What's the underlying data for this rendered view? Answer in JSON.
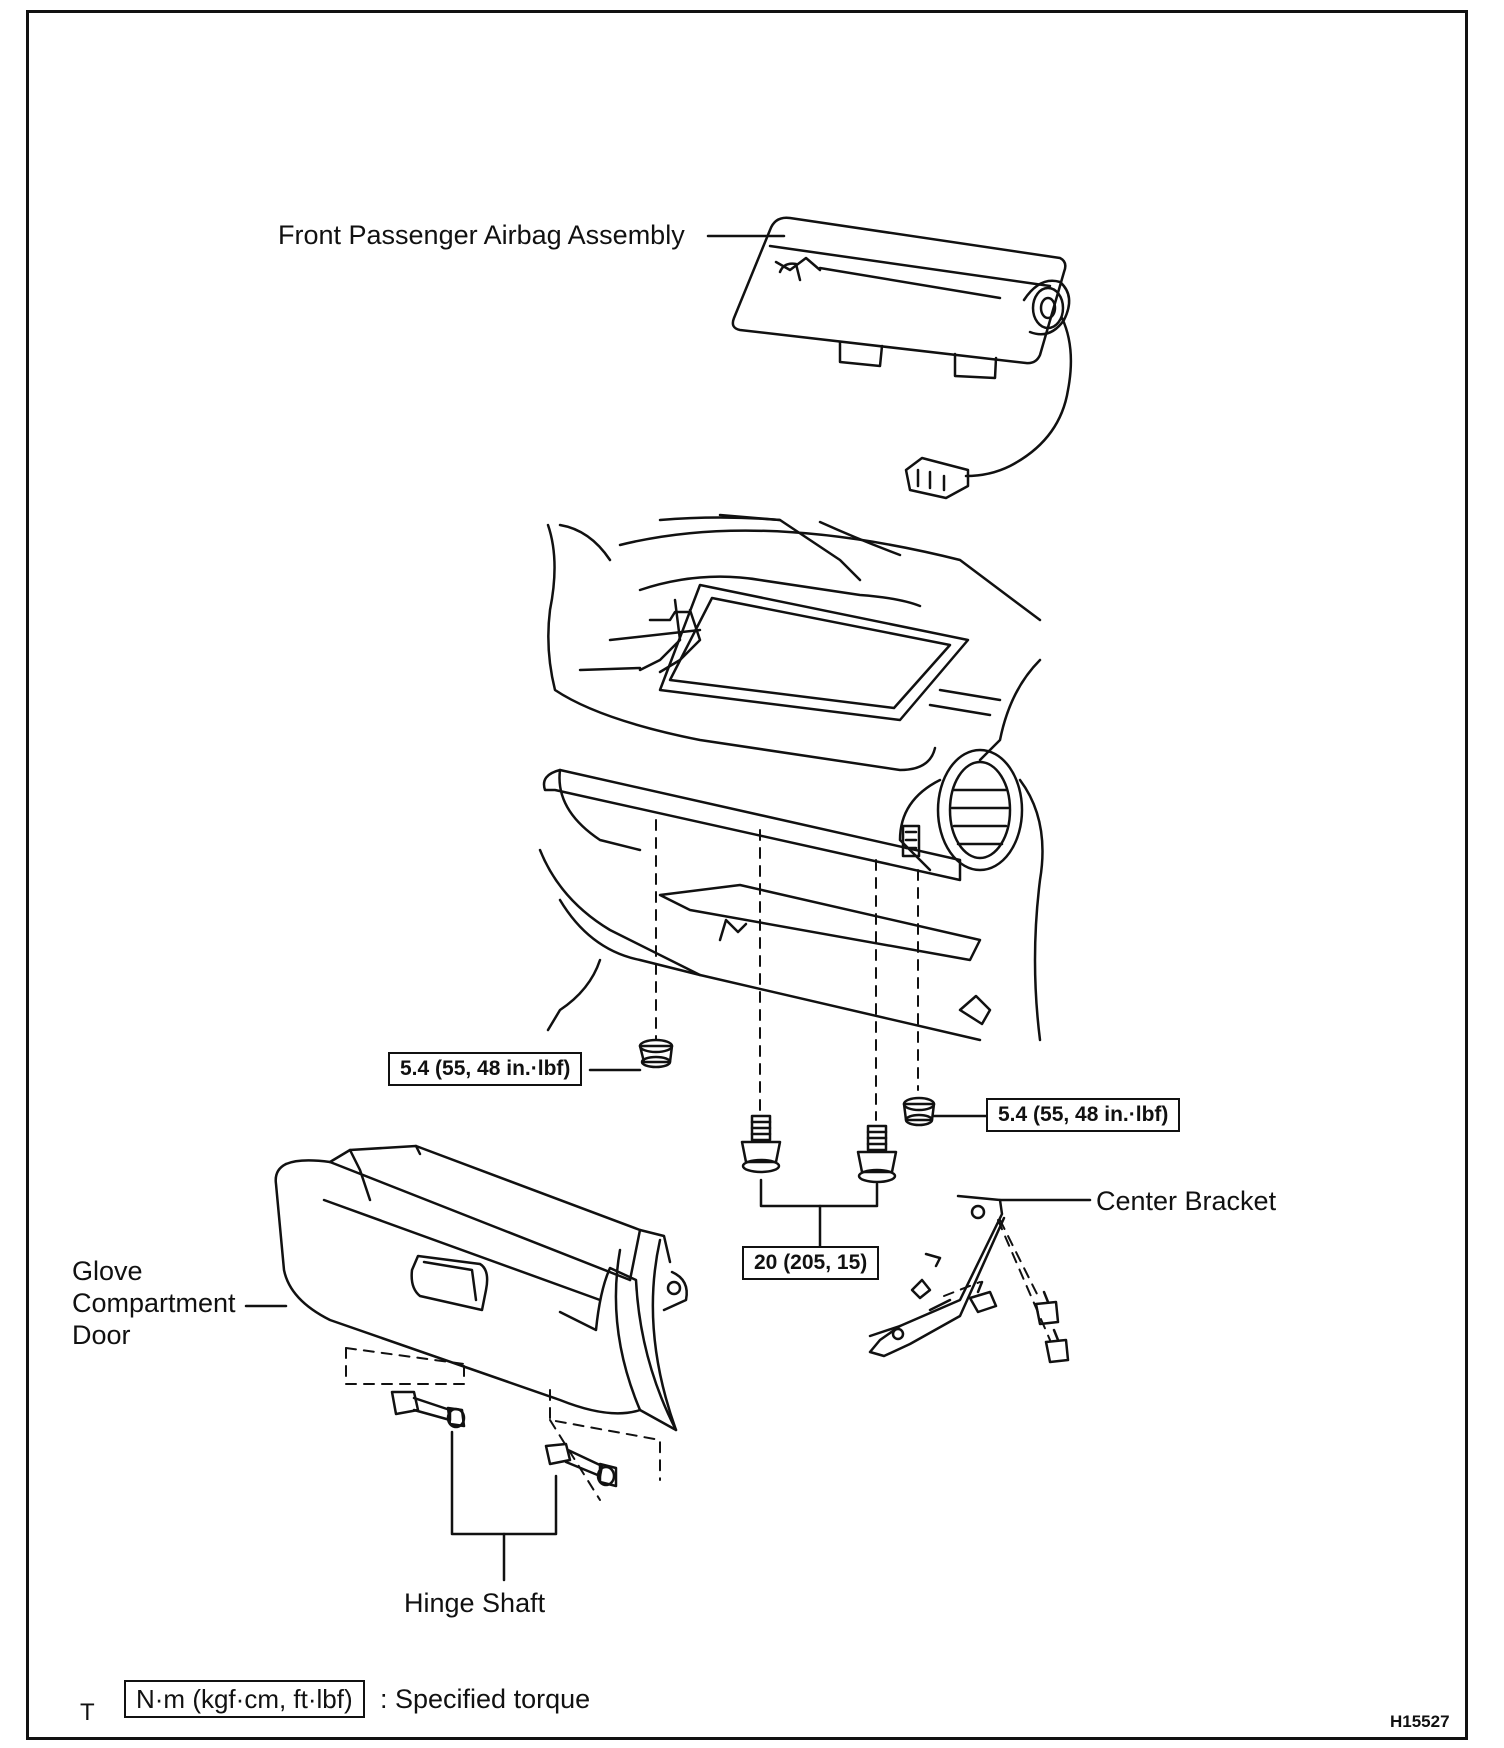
{
  "labels": {
    "airbag": "Front Passenger Airbag Assembly",
    "glove_line1": "Glove",
    "glove_line2": "Compartment",
    "glove_line3": "Door",
    "center_bracket": "Center Bracket",
    "hinge_shaft": "Hinge Shaft"
  },
  "torques": {
    "left_nut": "5.4 (55, 48 in.·lbf)",
    "right_nut": "5.4 (55, 48 in.·lbf)",
    "bolts": "20 (205, 15)"
  },
  "legend": {
    "marker": "T",
    "units": "N·m (kgf·cm, ft·lbf)",
    "description": ": Specified torque"
  },
  "figure_id": "H15527"
}
